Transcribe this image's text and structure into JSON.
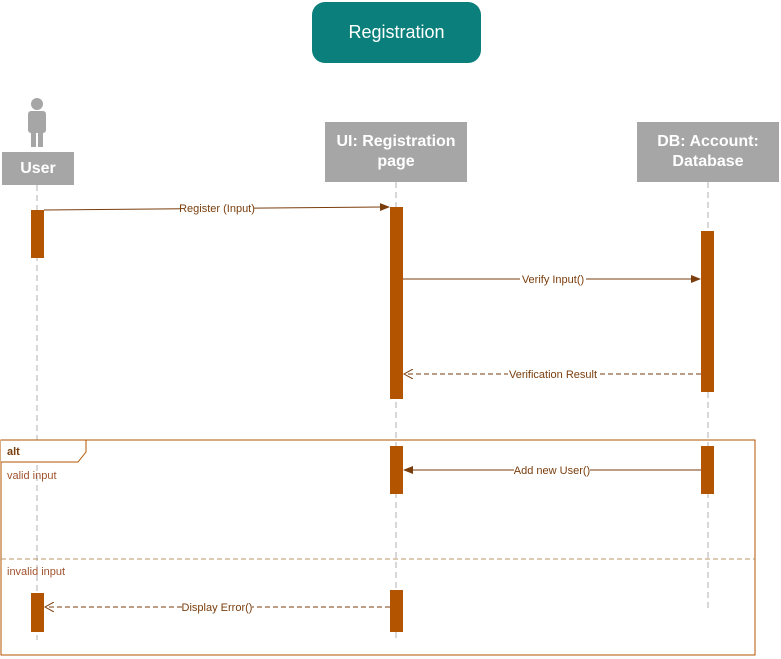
{
  "title": "Registration",
  "lifelines": [
    {
      "id": "user",
      "label": "User"
    },
    {
      "id": "ui",
      "label": "UI: Registration page"
    },
    {
      "id": "db",
      "label": "DB: Account: Database"
    }
  ],
  "messages": [
    {
      "label": "Register (Input)",
      "from": "user",
      "to": "ui",
      "style": "solid"
    },
    {
      "label": "Verify Input()",
      "from": "ui",
      "to": "db",
      "style": "solid"
    },
    {
      "label": "Verification Result",
      "from": "db",
      "to": "ui",
      "style": "dashed"
    },
    {
      "label": "Add new User()",
      "from": "db",
      "to": "ui",
      "style": "solid"
    },
    {
      "label": "Display Error()",
      "from": "ui",
      "to": "user",
      "style": "dashed"
    }
  ],
  "fragment": {
    "operator": "alt",
    "guards": [
      "valid input",
      "invalid input"
    ]
  },
  "colors": {
    "title_bg": "#0a7f7b",
    "header_bg": "#a6a6a6",
    "activation": "#b35400",
    "arrow": "#7a3d0c",
    "fragment_border": "#b35400"
  }
}
